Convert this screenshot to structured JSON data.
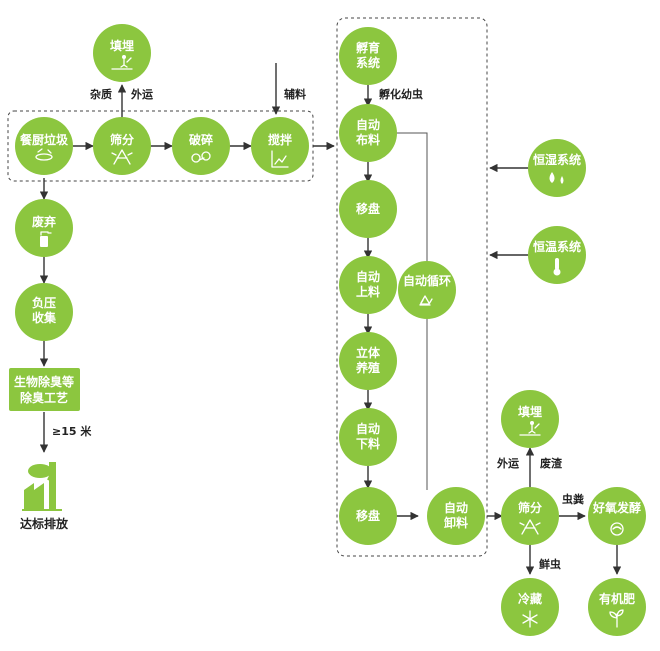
{
  "nodes": {
    "canteen_waste": [
      "餐厨垃圾"
    ],
    "screen1": [
      "筛分"
    ],
    "crush": [
      "破碎"
    ],
    "stir": [
      "搅拌"
    ],
    "landfill_top": [
      "填埋"
    ],
    "discard": [
      "废弃"
    ],
    "negpress": [
      "负压",
      "收集"
    ],
    "bio_deodor": [
      "生物除臭等",
      "除臭工艺"
    ],
    "emission": [
      "达标排放"
    ],
    "incubate": [
      "孵育",
      "系统"
    ],
    "auto_spread": [
      "自动",
      "布料"
    ],
    "move1": [
      "移盘"
    ],
    "auto_load": [
      "自动",
      "上料"
    ],
    "vertical": [
      "立体",
      "养殖"
    ],
    "auto_unload_tray": [
      "自动",
      "下料"
    ],
    "move2": [
      "移盘"
    ],
    "auto_cycle": [
      "自动循环"
    ],
    "auto_discharge": [
      "自动",
      "卸料"
    ],
    "humidity": [
      "恒湿系统"
    ],
    "temperature": [
      "恒温系统"
    ],
    "screen2": [
      "筛分"
    ],
    "landfill_right": [
      "填埋"
    ],
    "aerobic": [
      "好氧发酵"
    ],
    "cold": [
      "冷藏"
    ],
    "fertilizer": [
      "有机肥"
    ]
  },
  "labels": {
    "impurity": "杂质",
    "transport_out_top": "外运",
    "auxiliary": "辅料",
    "hatch_larvae": "孵化幼虫",
    "height": "≥15 米",
    "transport_out_right": "外运",
    "residue": "废渣",
    "frass": "虫粪",
    "fresh_insect": "鲜虫"
  },
  "colors": {
    "node": "#8cc63f",
    "line": "#333333",
    "text_on_node": "#ffffff"
  }
}
